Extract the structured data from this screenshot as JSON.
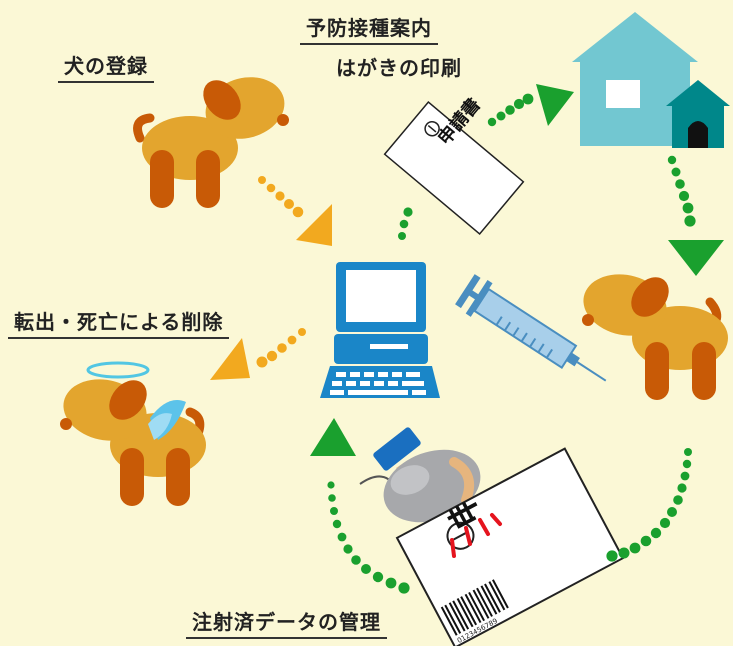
{
  "labels": {
    "register": "犬の登録",
    "postcard_line1": "予防接種案内",
    "postcard_line2": "はがきの印刷",
    "removal": "転出・死亡による削除",
    "management": "注射済データの管理"
  },
  "card_text": "申請書",
  "barcode_number": "0123456789",
  "colors": {
    "background": "#fbf8d6",
    "dog_body": "#e3a52e",
    "dog_dark": "#c85a06",
    "green_dots": "#1aa02e",
    "orange_dots": "#f2a91f",
    "house": "#72c7d1",
    "kennel": "#00878a",
    "computer": "#1a86c8"
  }
}
